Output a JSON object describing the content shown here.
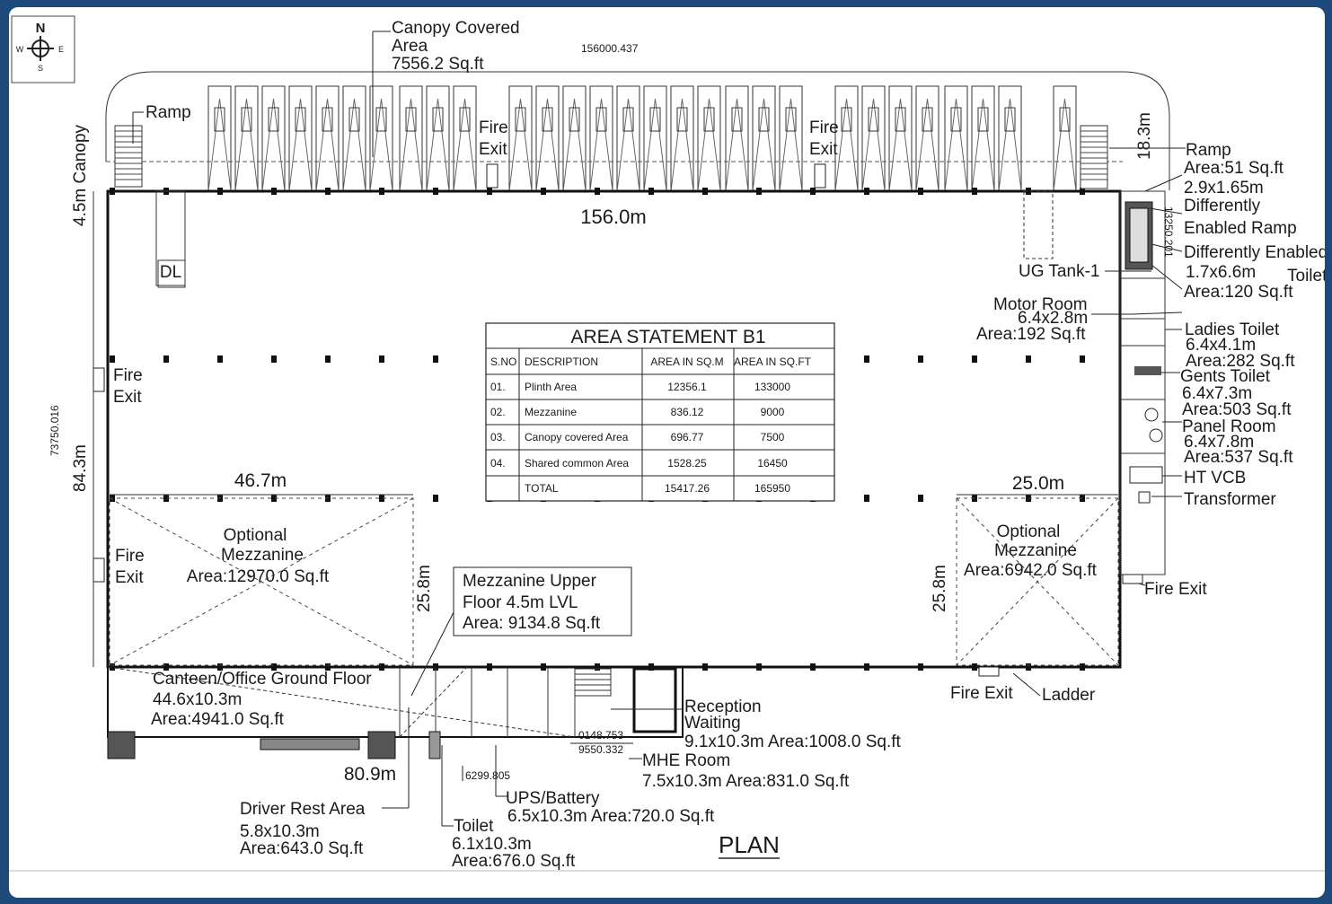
{
  "compass": {
    "n": "N",
    "s": "S",
    "e": "E",
    "w": "W"
  },
  "canopy_covered": {
    "l1": "Canopy Covered",
    "l2": "Area",
    "l3": "7556.2 Sq.ft"
  },
  "top_coord": "156000.437",
  "left_coord": "73750.016",
  "right_coord": "13250.201",
  "canopy_side": "4.5m Canopy",
  "ramp_left": "Ramp",
  "fire_exit_top1": {
    "l1": "Fire",
    "l2": "Exit"
  },
  "fire_exit_top2": {
    "l1": "Fire",
    "l2": "Exit"
  },
  "dim_width": "156.0m",
  "dim_canopy_depth": "18.3m",
  "dl": "DL",
  "ramp_right": {
    "l1": "Ramp",
    "l2": "Area:51 Sq.ft",
    "l3": "2.9x1.65m"
  },
  "diff_ramp": {
    "l1": "Differently",
    "l2": "Enabled Ramp"
  },
  "diff_toilet": {
    "l1": "Differently Enabled",
    "l2": "1.7x6.6m",
    "l3": "Toilet",
    "l4": "Area:120 Sq.ft"
  },
  "ug_tank": "UG Tank-1",
  "motor_room": {
    "l1": "Motor Room",
    "l2": "6.4x2.8m",
    "l3": "Area:192 Sq.ft"
  },
  "ladies_toilet": {
    "l1": "Ladies Toilet",
    "l2": "6.4x4.1m",
    "l3": "Area:282 Sq.ft"
  },
  "gents_toilet": {
    "l1": "Gents Toilet",
    "l2": "6.4x7.3m",
    "l3": "Area:503 Sq.ft"
  },
  "panel_room": {
    "l1": "Panel Room",
    "l2": "6.4x7.8m",
    "l3": "Area:537 Sq.ft"
  },
  "ht_vcb": "HT VCB",
  "transformer": "Transformer",
  "fire_exit_right": "Fire Exit",
  "fire_exit_left1": {
    "l1": "Fire",
    "l2": "Exit"
  },
  "fire_exit_left2": {
    "l1": "Fire",
    "l2": "Exit"
  },
  "dim_depth": "84.3m",
  "dim_mezz_left_w": "46.7m",
  "dim_mezz_right_w": "25.0m",
  "dim_mezz_h1": "25.8m",
  "dim_mezz_h2": "25.8m",
  "mezz_left": {
    "l1": "Optional",
    "l2": "Mezzanine",
    "l3": "Area:12970.0 Sq.ft"
  },
  "mezz_right": {
    "l1": "Optional",
    "l2": "Mezzanine",
    "l3": "Area:6942.0 Sq.ft"
  },
  "mezz_upper": {
    "l1": "Mezzanine Upper",
    "l2": "Floor 4.5m LVL",
    "l3": "Area: 9134.8 Sq.ft"
  },
  "area_table": {
    "title": "AREA STATEMENT B1",
    "headers": [
      "S.NO",
      "DESCRIPTION",
      "AREA IN SQ.M",
      "AREA IN SQ.FT"
    ],
    "rows": [
      [
        "01.",
        "Plinth Area",
        "12356.1",
        "133000"
      ],
      [
        "02.",
        "Mezzanine",
        "836.12",
        "9000"
      ],
      [
        "03.",
        "Canopy covered Area",
        "696.77",
        "7500"
      ],
      [
        "04.",
        "Shared common Area",
        "1528.25",
        "16450"
      ],
      [
        "",
        "TOTAL",
        "15417.26",
        "165950"
      ]
    ]
  },
  "canteen": {
    "l1": "Canteen/Office  Ground Floor",
    "l2": "44.6x10.3m",
    "l3": "Area:4941.0 Sq.ft"
  },
  "dim_office": "80.9m",
  "reception": {
    "l1": "Reception",
    "l2": "Waiting",
    "l3": "9.1x10.3m Area:1008.0 Sq.ft"
  },
  "mhe_room": {
    "l1": "MHE Room",
    "l2": "7.5x10.3m Area:831.0 Sq.ft"
  },
  "ups_battery": {
    "l1": "UPS/Battery",
    "l2": "6.5x10.3m Area:720.0 Sq.ft"
  },
  "toilet": {
    "l1": "Toilet",
    "l2": "6.1x10.3m",
    "l3": "Area:676.0 Sq.ft"
  },
  "driver_rest": {
    "l1": "Driver Rest Area",
    "l2": "5.8x10.3m",
    "l3": "Area:643.0 Sq.ft"
  },
  "coord_a": "0148.753",
  "coord_b": "9550.332",
  "coord_c": "6299.805",
  "fire_exit_bottom": "Fire Exit",
  "ladder": "Ladder",
  "plan_title": "PLAN"
}
